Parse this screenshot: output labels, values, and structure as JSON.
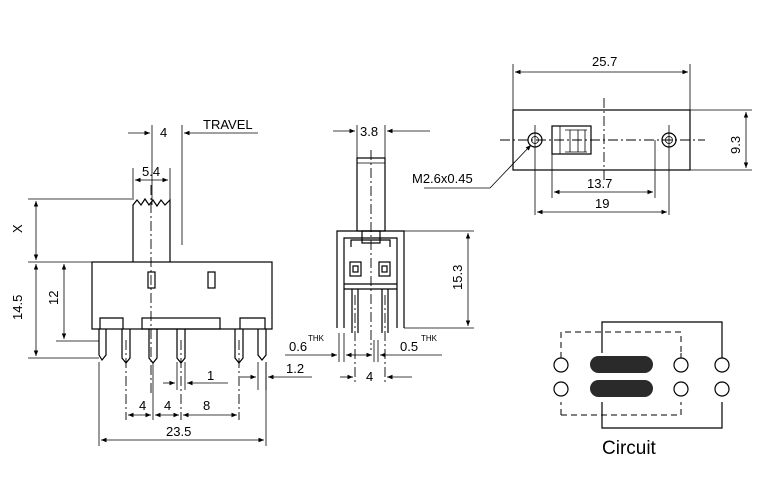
{
  "labels": {
    "travel": "TRAVEL",
    "thread": "M2.6x0.45",
    "circuit": "Circuit",
    "thk": "THK"
  },
  "dimensions": {
    "travel_4": "4",
    "width_5_4": "5.4",
    "x": "X",
    "height_14_5": "14.5",
    "height_12": "12",
    "pitch_4a": "4",
    "pitch_4b": "4",
    "pitch_8": "8",
    "pin_1": "1",
    "pin_1_2": "1.2",
    "length_23_5": "23.5",
    "actuator_3_8": "3.8",
    "height_15_3": "15.3",
    "thk_0_6": "0.6",
    "thk_0_5": "0.5",
    "side_pitch_4": "4",
    "top_25_7": "25.7",
    "top_9_3": "9.3",
    "top_13_7": "13.7",
    "top_19": "19"
  },
  "colors": {
    "line": "#000000",
    "background": "#ffffff",
    "contact_fill": "#2a2a2a"
  }
}
